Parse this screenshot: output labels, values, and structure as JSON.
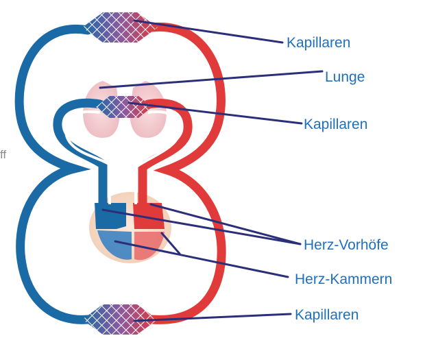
{
  "labels": {
    "capillaries_top": "Kapillaren",
    "lung": "Lunge",
    "capillaries_lung": "Kapillaren",
    "atria": "Herz-Vorhöfe",
    "ventricles": "Herz-Kammern",
    "capillaries_bottom": "Kapillaren",
    "stray_left": "ff"
  },
  "colors": {
    "label_text": "#1f6fbf",
    "leader_line": "#2b2f7a",
    "venous_blood": "#1a6aa6",
    "arterial_blood": "#e03a3a",
    "lung_tissue": "#f2c4c8",
    "heart_tissue": "#f6dcc8"
  },
  "icons": [
    "capillary-net-icon",
    "lung-icon",
    "heart-icon"
  ]
}
